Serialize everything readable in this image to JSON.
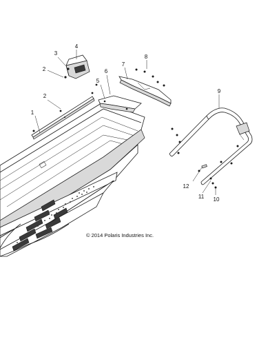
{
  "diagram": {
    "copyright": "© 2014 Polaris Industries Inc.",
    "callouts": [
      "1",
      "2",
      "2",
      "3",
      "4",
      "5",
      "6",
      "7",
      "8",
      "9",
      "10",
      "11",
      "12"
    ]
  }
}
